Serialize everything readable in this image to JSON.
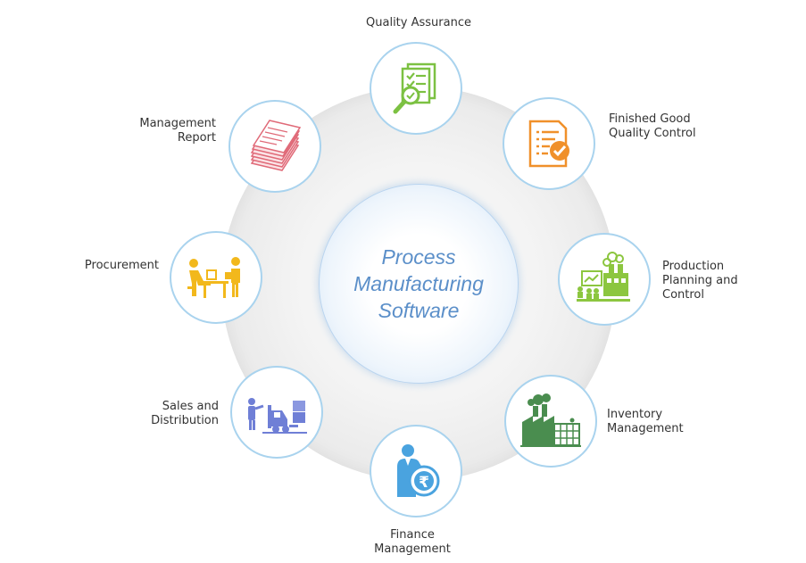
{
  "center": {
    "title": "Process\nManufacturing\nSoftware"
  },
  "modules": {
    "quality_assurance": "Quality Assurance",
    "finished_good": "Finished Good\nQuality Control",
    "production": "Production\nPlanning and\nControl",
    "inventory": "Inventory\nManagement",
    "finance": "Finance\nManagement",
    "sales": "Sales and\nDistribution",
    "procurement": "Procurement",
    "management_report": "Management\nReport"
  },
  "icons": {
    "quality_assurance": "document-checklist-magnifier-icon",
    "finished_good": "document-checkmark-icon",
    "production": "factory-planning-icon",
    "inventory": "factory-warehouse-icon",
    "finance": "person-rupee-icon",
    "sales": "forklift-delivery-icon",
    "procurement": "desk-office-workers-icon",
    "management_report": "paper-stack-icon"
  },
  "colors": {
    "hub_text": "#5b8fc9",
    "node_border": "#a9d3ee",
    "quality_assurance": "#7cc142",
    "finished_good": "#f0902a",
    "production": "#8cc63f",
    "inventory": "#4a8d4f",
    "finance": "#4aa3df",
    "sales": "#6f7fd6",
    "procurement": "#f2b81c",
    "management_report": "#e06a78"
  }
}
